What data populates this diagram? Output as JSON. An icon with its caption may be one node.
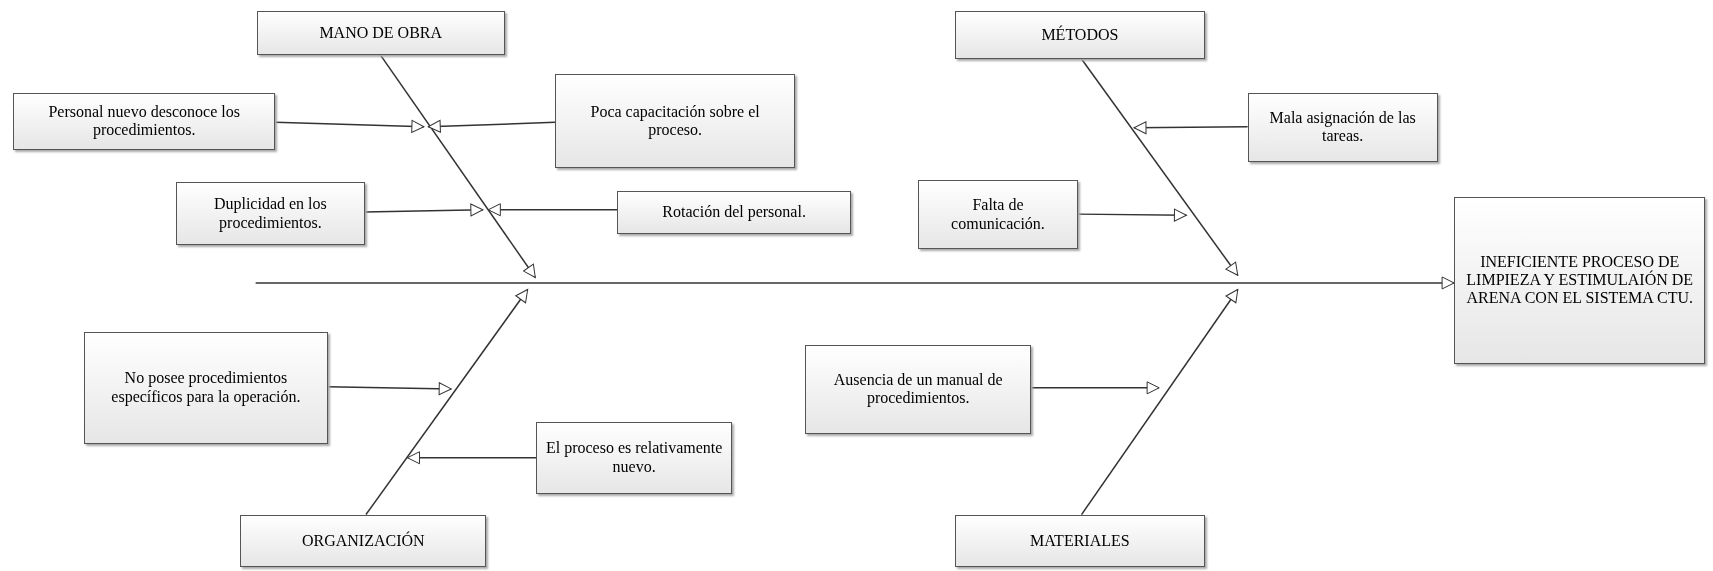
{
  "diagram": {
    "nodes": [
      {
        "text": [
          "MANO DE OBRA"
        ]
      },
      {
        "text": [
          "Personal nuevo desconoce los procedimientos."
        ]
      },
      {
        "text": [
          "Poca capacitación sobre el proceso."
        ]
      },
      {
        "text": [
          "Duplicidad en los procedimientos."
        ]
      },
      {
        "text": [
          "Rotación del personal."
        ]
      },
      {
        "text": [
          "MÉTODOS"
        ]
      },
      {
        "text": [
          "Mala asignación de las tareas."
        ]
      },
      {
        "text": [
          "Falta de comunicación."
        ]
      },
      {
        "text": [
          "INEFICIENTE PROCESO DE LIMPIEZA Y ESTIMULAIÓN DE ARENA CON EL SISTEMA CTU."
        ]
      },
      {
        "text": [
          "No posee procedimientos específicos para la operación."
        ]
      },
      {
        "text": [
          "El proceso es relativamente nuevo."
        ]
      },
      {
        "text": [
          "Ausencia de un manual de procedimientos."
        ]
      },
      {
        "text": [
          "ORGANIZACIÓN"
        ]
      },
      {
        "text": [
          "MATERIALES"
        ]
      }
    ],
    "edges": [
      {
        "from": null,
        "to": 8,
        "arrow": "to"
      },
      {
        "from": 0,
        "to": null,
        "arrow": "to"
      },
      {
        "from": 5,
        "to": null,
        "arrow": "to"
      },
      {
        "from": 12,
        "to": null,
        "arrow": "to"
      },
      {
        "from": 13,
        "to": null,
        "arrow": "to"
      },
      {
        "from": 1,
        "to": null,
        "arrow": "to"
      },
      {
        "from": 2,
        "to": null,
        "arrow": "to"
      },
      {
        "from": 3,
        "to": null,
        "arrow": "to"
      },
      {
        "from": 4,
        "to": null,
        "arrow": "to"
      },
      {
        "from": 6,
        "to": null,
        "arrow": "to"
      },
      {
        "from": 7,
        "to": null,
        "arrow": "to"
      },
      {
        "from": 9,
        "to": null,
        "arrow": "to"
      },
      {
        "from": 10,
        "to": null,
        "arrow": "to"
      },
      {
        "from": 11,
        "to": null,
        "arrow": "to"
      }
    ]
  }
}
